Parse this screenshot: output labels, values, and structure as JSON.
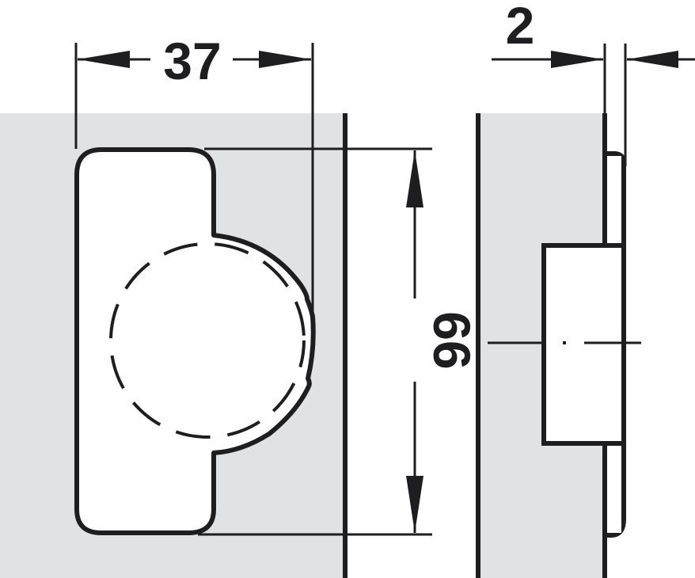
{
  "diagram": {
    "type": "technical-drawing",
    "subject": "concealed hinge cup - front view and side view",
    "colors": {
      "line": "#1e1d1f",
      "panel": "#e1e2e4",
      "background": "#ffffff",
      "part": "#ffffff"
    },
    "dimensions": {
      "width": {
        "label": "37",
        "orientation": "horizontal"
      },
      "height": {
        "label": "66",
        "orientation": "vertical-rotated"
      },
      "depth": {
        "label": "2",
        "orientation": "horizontal"
      }
    },
    "views": [
      {
        "name": "front-view",
        "features": [
          "panel",
          "hinge-plate",
          "cup-outline",
          "dashed-bore-circle"
        ]
      },
      {
        "name": "side-view",
        "features": [
          "panel-edge",
          "cup-body",
          "center-line",
          "plate-flange"
        ]
      }
    ]
  }
}
